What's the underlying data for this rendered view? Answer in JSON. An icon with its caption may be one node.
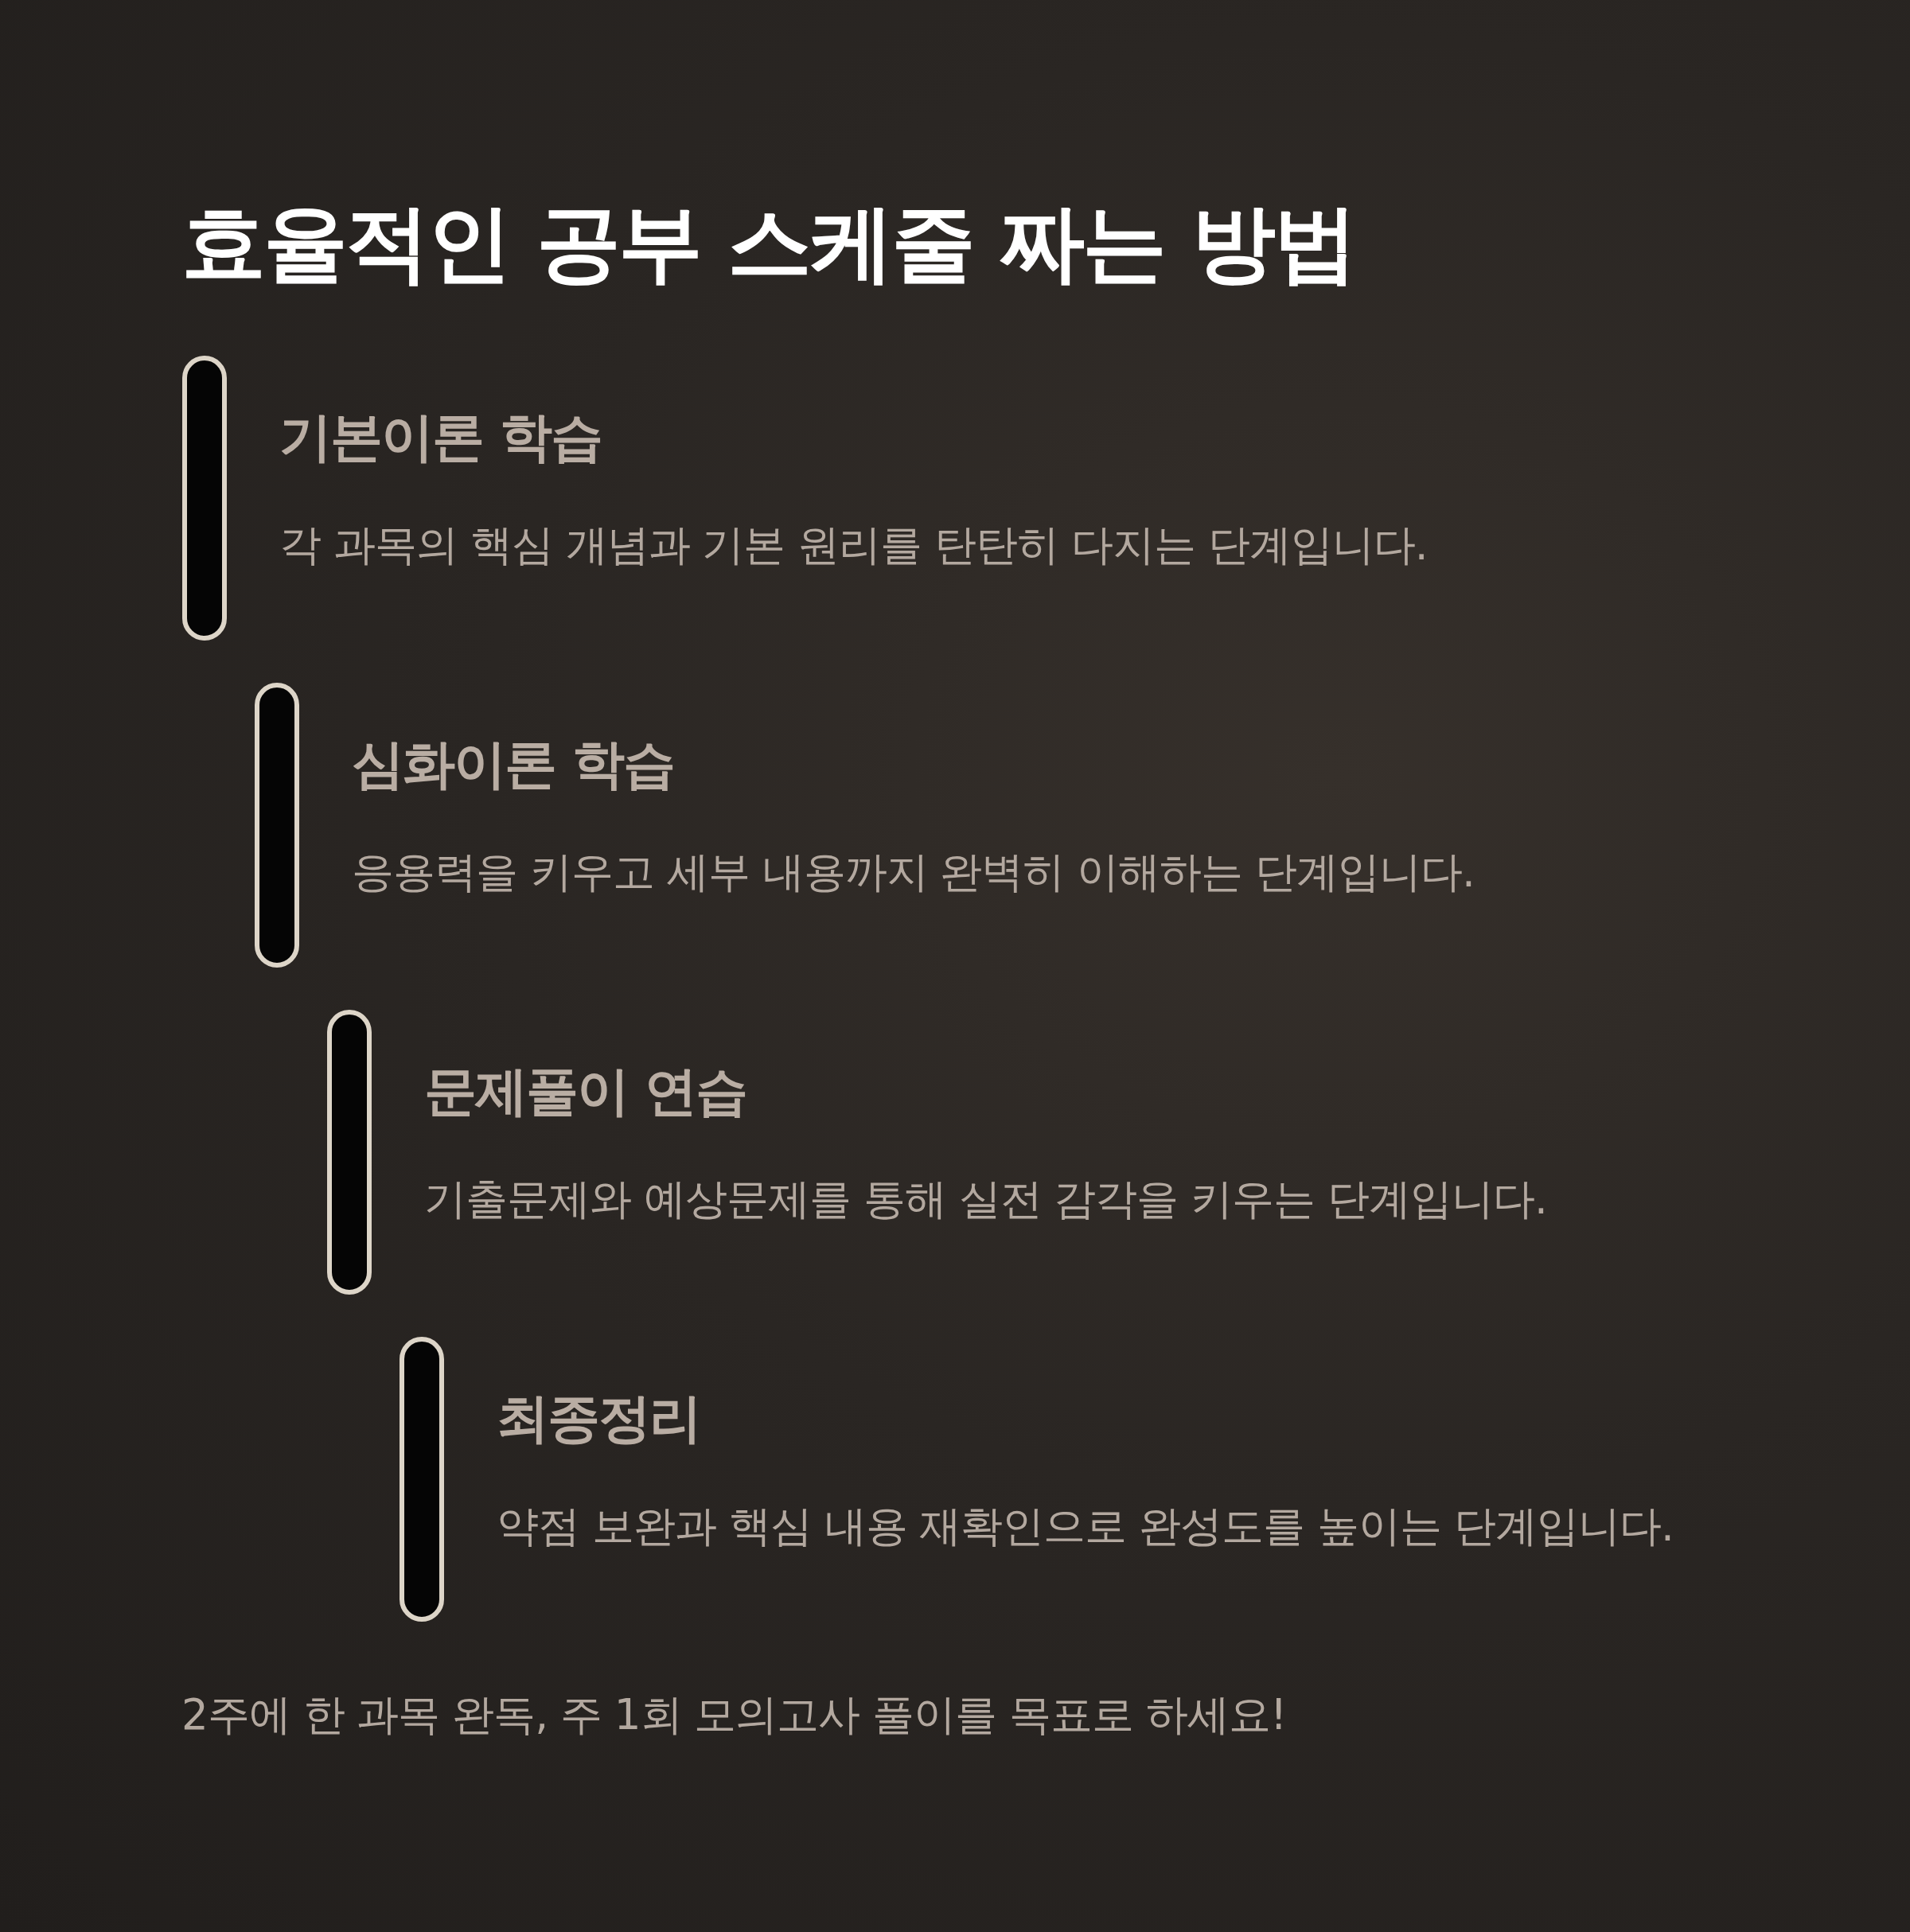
{
  "diagram": {
    "title": "효율적인 공부 스케줄 짜는 방법",
    "nodes": [
      {
        "text": [],
        "shape": "bar"
      },
      {
        "text": [],
        "shape": "bar"
      },
      {
        "text": [],
        "shape": "bar"
      },
      {
        "text": [],
        "shape": "bar"
      }
    ],
    "labels": [
      "기본이론 학습",
      "각 과목의 핵심 개념과 기본 원리를 탄탄히 다지는 단계입니다.",
      "심화이론 학습",
      "응용력을 키우고 세부 내용까지 완벽히 이해하는 단계입니다.",
      "문제풀이 연습",
      "기출문제와 예상문제를 통해 실전 감각을 키우는 단계입니다.",
      "최종정리",
      "약점 보완과 핵심 내용 재확인으로 완성도를 높이는 단계입니다.",
      "2주에 한 과목 완독, 주 1회 모의고사 풀이를 목표로 하세요!"
    ]
  }
}
